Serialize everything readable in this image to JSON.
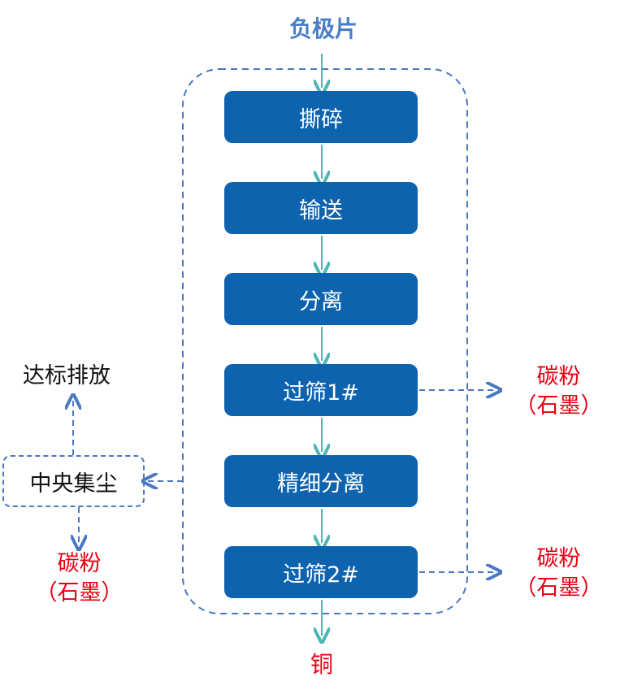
{
  "title": "负极片",
  "steps": [
    "撕碎",
    "输送",
    "分离",
    "过筛1#",
    "精细分离",
    "过筛2#"
  ],
  "output_bottom": "铜",
  "side_outputs": {
    "sieve1": {
      "line1": "碳粉",
      "line2": "（石墨）"
    },
    "sieve2": {
      "line1": "碳粉",
      "line2": "（石墨）"
    }
  },
  "dust": {
    "box_label": "中央集尘",
    "emission": "达标排放",
    "residue": {
      "line1": "碳粉",
      "line2": "（石墨）"
    }
  },
  "colors": {
    "step_fill": "#0e63ae",
    "title": "#4a7ec7",
    "flow_arrow": "#4eb5b8",
    "dashed": "#4a78c2",
    "product_red": "#e60012"
  }
}
